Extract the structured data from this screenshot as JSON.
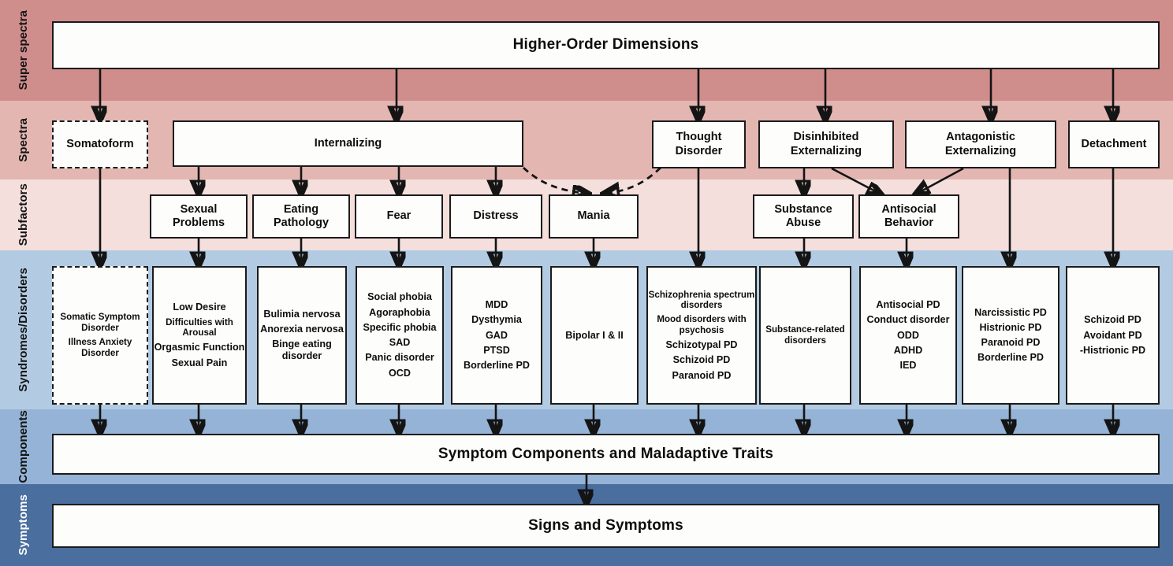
{
  "row_labels": [
    {
      "key": "super_spectra",
      "label": "Super spectra",
      "band_color": "#cf8d8c"
    },
    {
      "key": "spectra",
      "label": "Spectra",
      "band_color": "#e3b6b2"
    },
    {
      "key": "subfactors",
      "label": "Subfactors",
      "band_color": "#f4dfdc"
    },
    {
      "key": "syndromes",
      "label": "Syndromes/Disorders",
      "band_color": "#b2cbe3"
    },
    {
      "key": "components",
      "label": "Components",
      "band_color": "#94b3d6"
    },
    {
      "key": "symptoms",
      "label": "Symptoms",
      "band_color": "#4a6e9e"
    }
  ],
  "super_spectra": {
    "banner": "Higher-Order Dimensions"
  },
  "spectra": {
    "nodes": [
      {
        "id": "somatoform",
        "label": "Somatoform",
        "style": "dashed"
      },
      {
        "id": "internalizing",
        "label": "Internalizing",
        "style": "solid"
      },
      {
        "id": "thought_disorder",
        "label": "Thought\nDisorder",
        "style": "solid"
      },
      {
        "id": "disinhibited_externalizing",
        "label": "Disinhibited\nExternalizing",
        "style": "solid"
      },
      {
        "id": "antagonistic_externalizing",
        "label": "Antagonistic\nExternalizing",
        "style": "solid"
      },
      {
        "id": "detachment",
        "label": "Detachment",
        "style": "solid"
      }
    ]
  },
  "subfactors": {
    "nodes": [
      {
        "id": "sexual_problems",
        "label": "Sexual\nProblems"
      },
      {
        "id": "eating_pathology",
        "label": "Eating\nPathology"
      },
      {
        "id": "fear",
        "label": "Fear"
      },
      {
        "id": "distress",
        "label": "Distress"
      },
      {
        "id": "mania",
        "label": "Mania"
      },
      {
        "id": "substance_abuse",
        "label": "Substance\nAbuse"
      },
      {
        "id": "antisocial_behavior",
        "label": "Antisocial\nBehavior"
      }
    ]
  },
  "syndromes": {
    "nodes": [
      {
        "id": "somatoform_syndromes",
        "style": "dashed",
        "items": [
          "Somatic Symptom Disorder",
          "Illness Anxiety Disorder"
        ]
      },
      {
        "id": "sexual_problems_syndromes",
        "style": "solid",
        "items": [
          "Low Desire",
          "Difficulties with Arousal",
          "Orgasmic Function",
          "Sexual Pain"
        ]
      },
      {
        "id": "eating_pathology_syndromes",
        "style": "solid",
        "items": [
          "Bulimia nervosa",
          "Anorexia nervosa",
          "Binge eating disorder"
        ]
      },
      {
        "id": "fear_syndromes",
        "style": "solid",
        "items": [
          "Social phobia",
          "Agoraphobia",
          "Specific phobia",
          "SAD",
          "Panic disorder",
          "OCD"
        ]
      },
      {
        "id": "distress_syndromes",
        "style": "solid",
        "items": [
          "MDD",
          "Dysthymia",
          "GAD",
          "PTSD",
          "Borderline PD"
        ]
      },
      {
        "id": "mania_syndromes",
        "style": "solid",
        "items": [
          "Bipolar I & II"
        ]
      },
      {
        "id": "thought_disorder_syndromes",
        "style": "solid",
        "items": [
          "Schizophrenia spectrum disorders",
          "Mood disorders with psychosis",
          "Schizotypal PD",
          "Schizoid PD",
          "Paranoid PD"
        ]
      },
      {
        "id": "substance_abuse_syndromes",
        "style": "solid",
        "items": [
          "Substance-related disorders"
        ]
      },
      {
        "id": "antisocial_behavior_syndromes",
        "style": "solid",
        "items": [
          "Antisocial PD",
          "Conduct disorder",
          "ODD",
          "ADHD",
          "IED"
        ]
      },
      {
        "id": "antagonistic_syndromes",
        "style": "solid",
        "items": [
          "Narcissistic PD",
          "Histrionic PD",
          "Paranoid PD",
          "Borderline PD"
        ]
      },
      {
        "id": "detachment_syndromes",
        "style": "solid",
        "items": [
          "Schizoid PD",
          "Avoidant PD",
          "-Histrionic PD"
        ]
      }
    ]
  },
  "components": {
    "banner": "Symptom Components and Maladaptive Traits"
  },
  "symptoms": {
    "banner": "Signs and Symptoms"
  },
  "colors": {
    "line": "#141414",
    "box_border": "#1b1b1b",
    "box_fill": "#fdfdfb"
  }
}
